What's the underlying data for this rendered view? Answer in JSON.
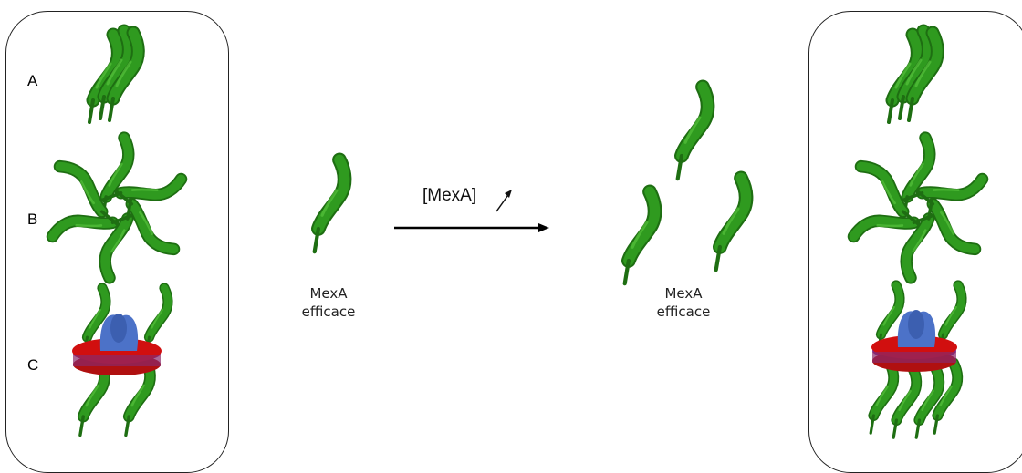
{
  "labels": {
    "a": "A",
    "b": "B",
    "c": "C"
  },
  "middle": {
    "caption_line1": "MexA",
    "caption_line2": "efficace"
  },
  "arrow": {
    "label": "[MexA]"
  },
  "right": {
    "caption_line1": "MexA",
    "caption_line2": "efficace"
  },
  "colors": {
    "helix": "#2f9a1f",
    "helix_dark": "#1e6e12",
    "pump": "#4c72c8",
    "ring_red": "#d10f0f",
    "ring_purple": "#7a2a8a",
    "arrow": "#000000"
  }
}
